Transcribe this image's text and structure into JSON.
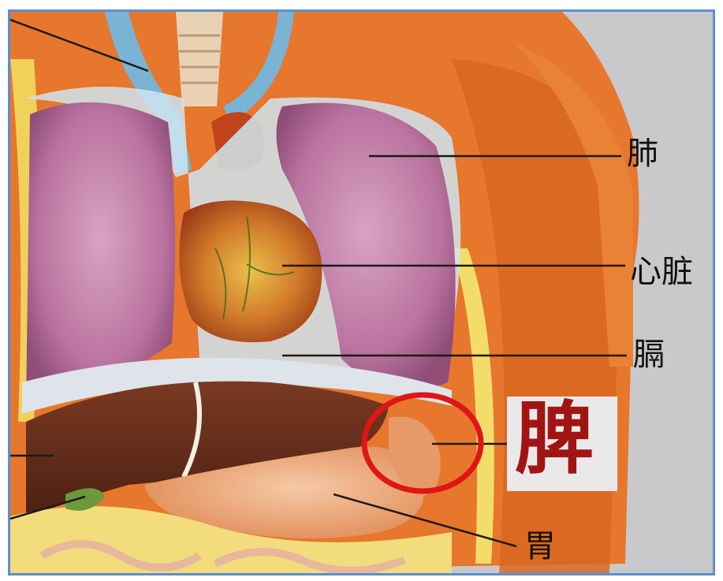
{
  "labels": {
    "lung": "肺",
    "heart": "心脏",
    "diaphragm": "膈",
    "stomach": "胃",
    "spleen": "脾"
  },
  "colors": {
    "frame_border": "#5b8fd0",
    "highlight_circle": "#e01515",
    "spleen_text": "#a11414",
    "background": "#c9c9cb"
  }
}
